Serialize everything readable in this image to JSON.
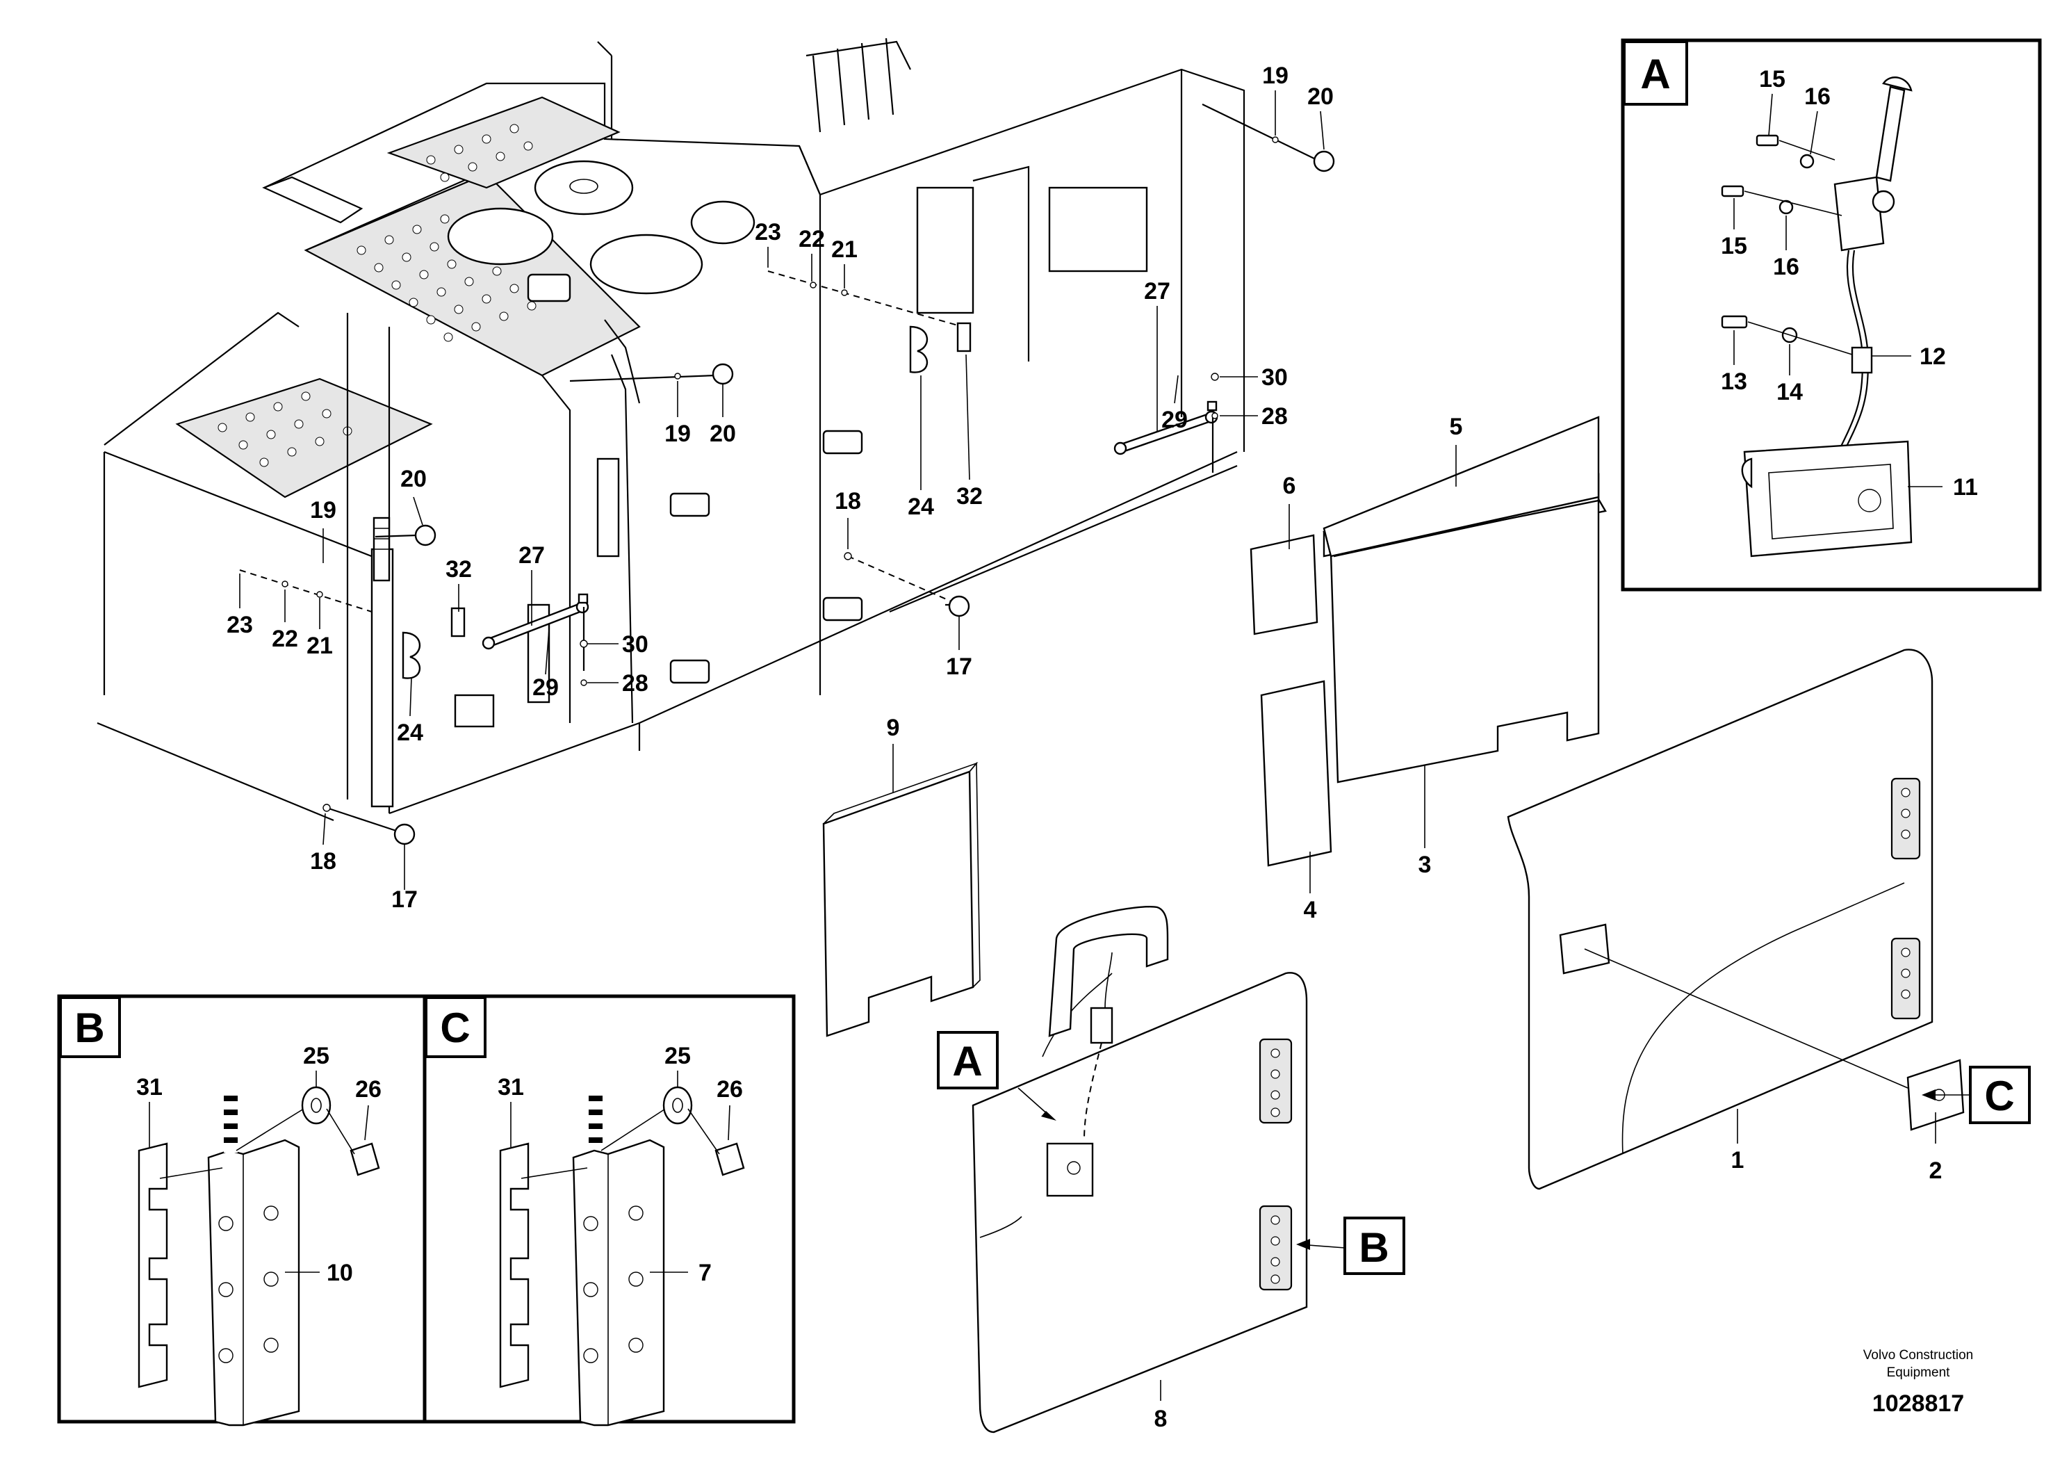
{
  "figure": {
    "callouts": {
      "c1": "1",
      "c2": "2",
      "c3": "3",
      "c4": "4",
      "c5": "5",
      "c6": "6",
      "c7": "7",
      "c8": "8",
      "c9": "9",
      "c10": "10",
      "c11": "11",
      "c12": "12",
      "c13": "13",
      "c14": "14",
      "c15": "15",
      "c16": "16",
      "c17": "17",
      "c18": "18",
      "c19": "19",
      "c20": "20",
      "c21": "21",
      "c22": "22",
      "c23": "23",
      "c24": "24",
      "c25": "25",
      "c26": "26",
      "c27": "27",
      "c28": "28",
      "c29": "29",
      "c30": "30",
      "c31": "31",
      "c32": "32"
    },
    "detail_labels": {
      "a": "A",
      "b": "B",
      "c": "C"
    },
    "credit": {
      "line1": "Volvo Construction",
      "line2": "Equipment"
    },
    "document_number": "1028817"
  }
}
